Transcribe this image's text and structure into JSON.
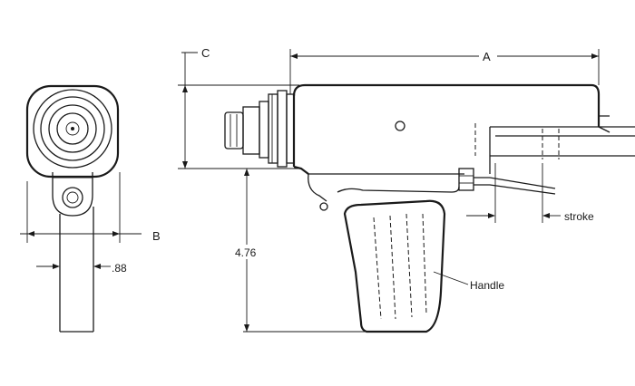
{
  "dimensions": {
    "a": "A",
    "b": "B",
    "c": "C",
    "height_value": "4.76",
    "width_value": ".88",
    "stroke": "stroke"
  },
  "callouts": {
    "handle": "Handle"
  },
  "colors": {
    "line": "#1a1a1a",
    "background": "#ffffff"
  }
}
